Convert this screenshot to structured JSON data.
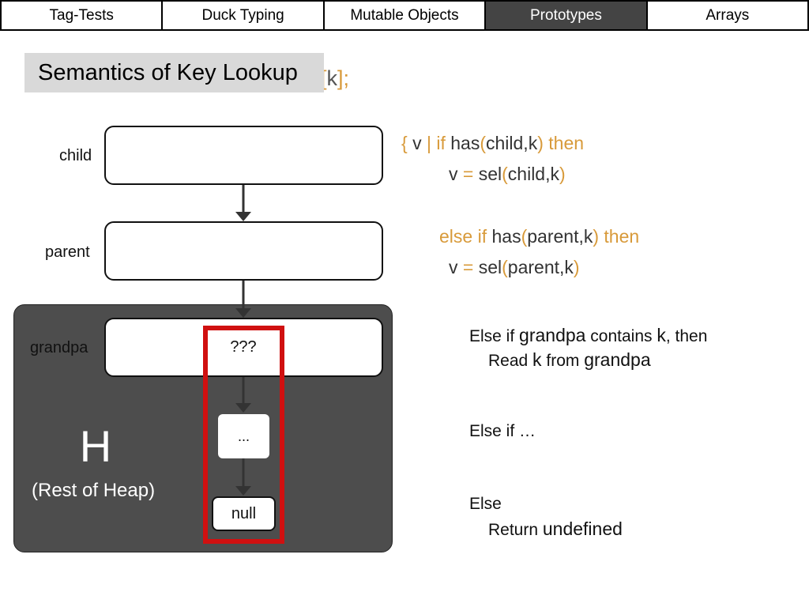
{
  "tabs": [
    {
      "label": "Tag-Tests"
    },
    {
      "label": "Duck Typing"
    },
    {
      "label": "Mutable Objects"
    },
    {
      "label": "Prototypes",
      "active": true
    },
    {
      "label": "Arrays"
    }
  ],
  "title": "Semantics of Key Lookup",
  "title_tail": {
    "open": "[",
    "key": "k",
    "close": "];"
  },
  "diagram": {
    "child_label": "child",
    "parent_label": "parent",
    "grandpa_label": "grandpa",
    "grandpa_content": "???",
    "ellipsis_box": "...",
    "null_box": "null",
    "heap_letter": "H",
    "heap_caption": "(Rest of Heap)"
  },
  "code": {
    "line1": {
      "brace": "{",
      "v": " v ",
      "bar": "|",
      "if": " if ",
      "has": "has",
      "lp": "(",
      "args": "child,k",
      "rp": ")",
      "then": " then"
    },
    "line2": {
      "v": "v ",
      "eq": "=",
      "sel": " sel",
      "lp": "(",
      "args": "child,k",
      "rp": ")"
    },
    "line3": {
      "elseif": "else if ",
      "has": "has",
      "lp": "(",
      "args": "parent,k",
      "rp": ")",
      "then": " then"
    },
    "line4": {
      "v": "v ",
      "eq": "=",
      "sel": " sel",
      "lp": "(",
      "args": "parent,k",
      "rp": ")"
    }
  },
  "notes": {
    "n1a_pre": "Else if ",
    "n1a_grandpa": "grandpa",
    "n1a_mid": " contains ",
    "n1a_k": "k",
    "n1a_post": ", then",
    "n1b_pre": "Read ",
    "n1b_k": "k",
    "n1b_mid": " from ",
    "n1b_grandpa": "grandpa",
    "n2": "Else if …",
    "n3a": "Else",
    "n3b_pre": "Return ",
    "n3b_undef": "undefined"
  },
  "colors": {
    "accent": "#d89a3a",
    "highlight": "#d01010",
    "heap_bg": "#4d4d4d",
    "active_tab": "#444444"
  }
}
